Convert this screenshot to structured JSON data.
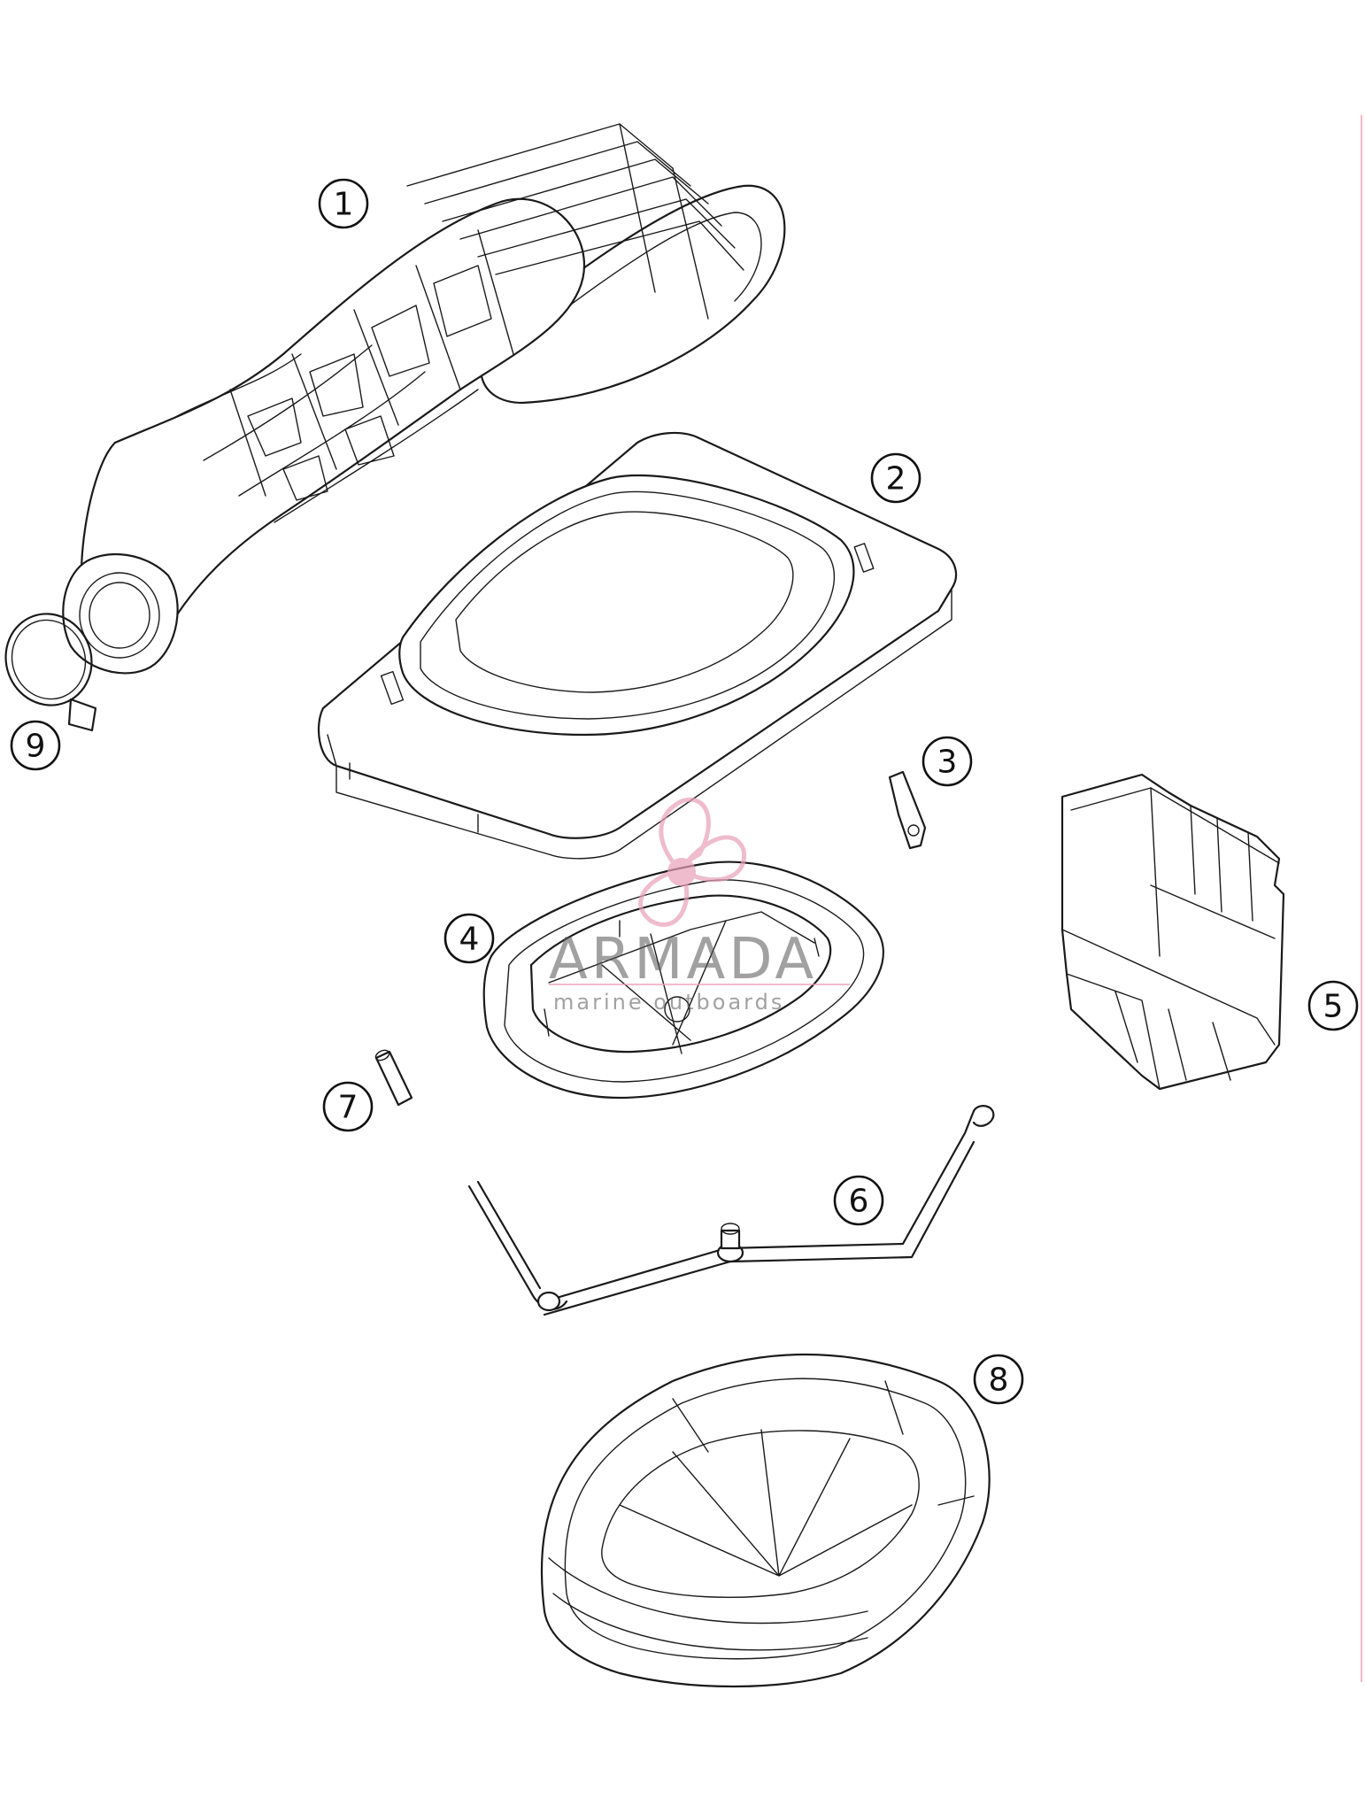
{
  "callouts": [
    {
      "id": "1",
      "label": "1"
    },
    {
      "id": "2",
      "label": "2"
    },
    {
      "id": "3",
      "label": "3"
    },
    {
      "id": "4",
      "label": "4"
    },
    {
      "id": "5",
      "label": "5"
    },
    {
      "id": "6",
      "label": "6"
    },
    {
      "id": "7",
      "label": "7"
    },
    {
      "id": "8",
      "label": "8"
    },
    {
      "id": "9",
      "label": "9"
    }
  ],
  "watermark": {
    "brand": "ARMADA",
    "tagline": "marine outboards",
    "color": "#e8a0b8"
  },
  "colors": {
    "line": "#1a1a1a",
    "background": "#ffffff",
    "edge_rule": "#f2b8c6"
  }
}
